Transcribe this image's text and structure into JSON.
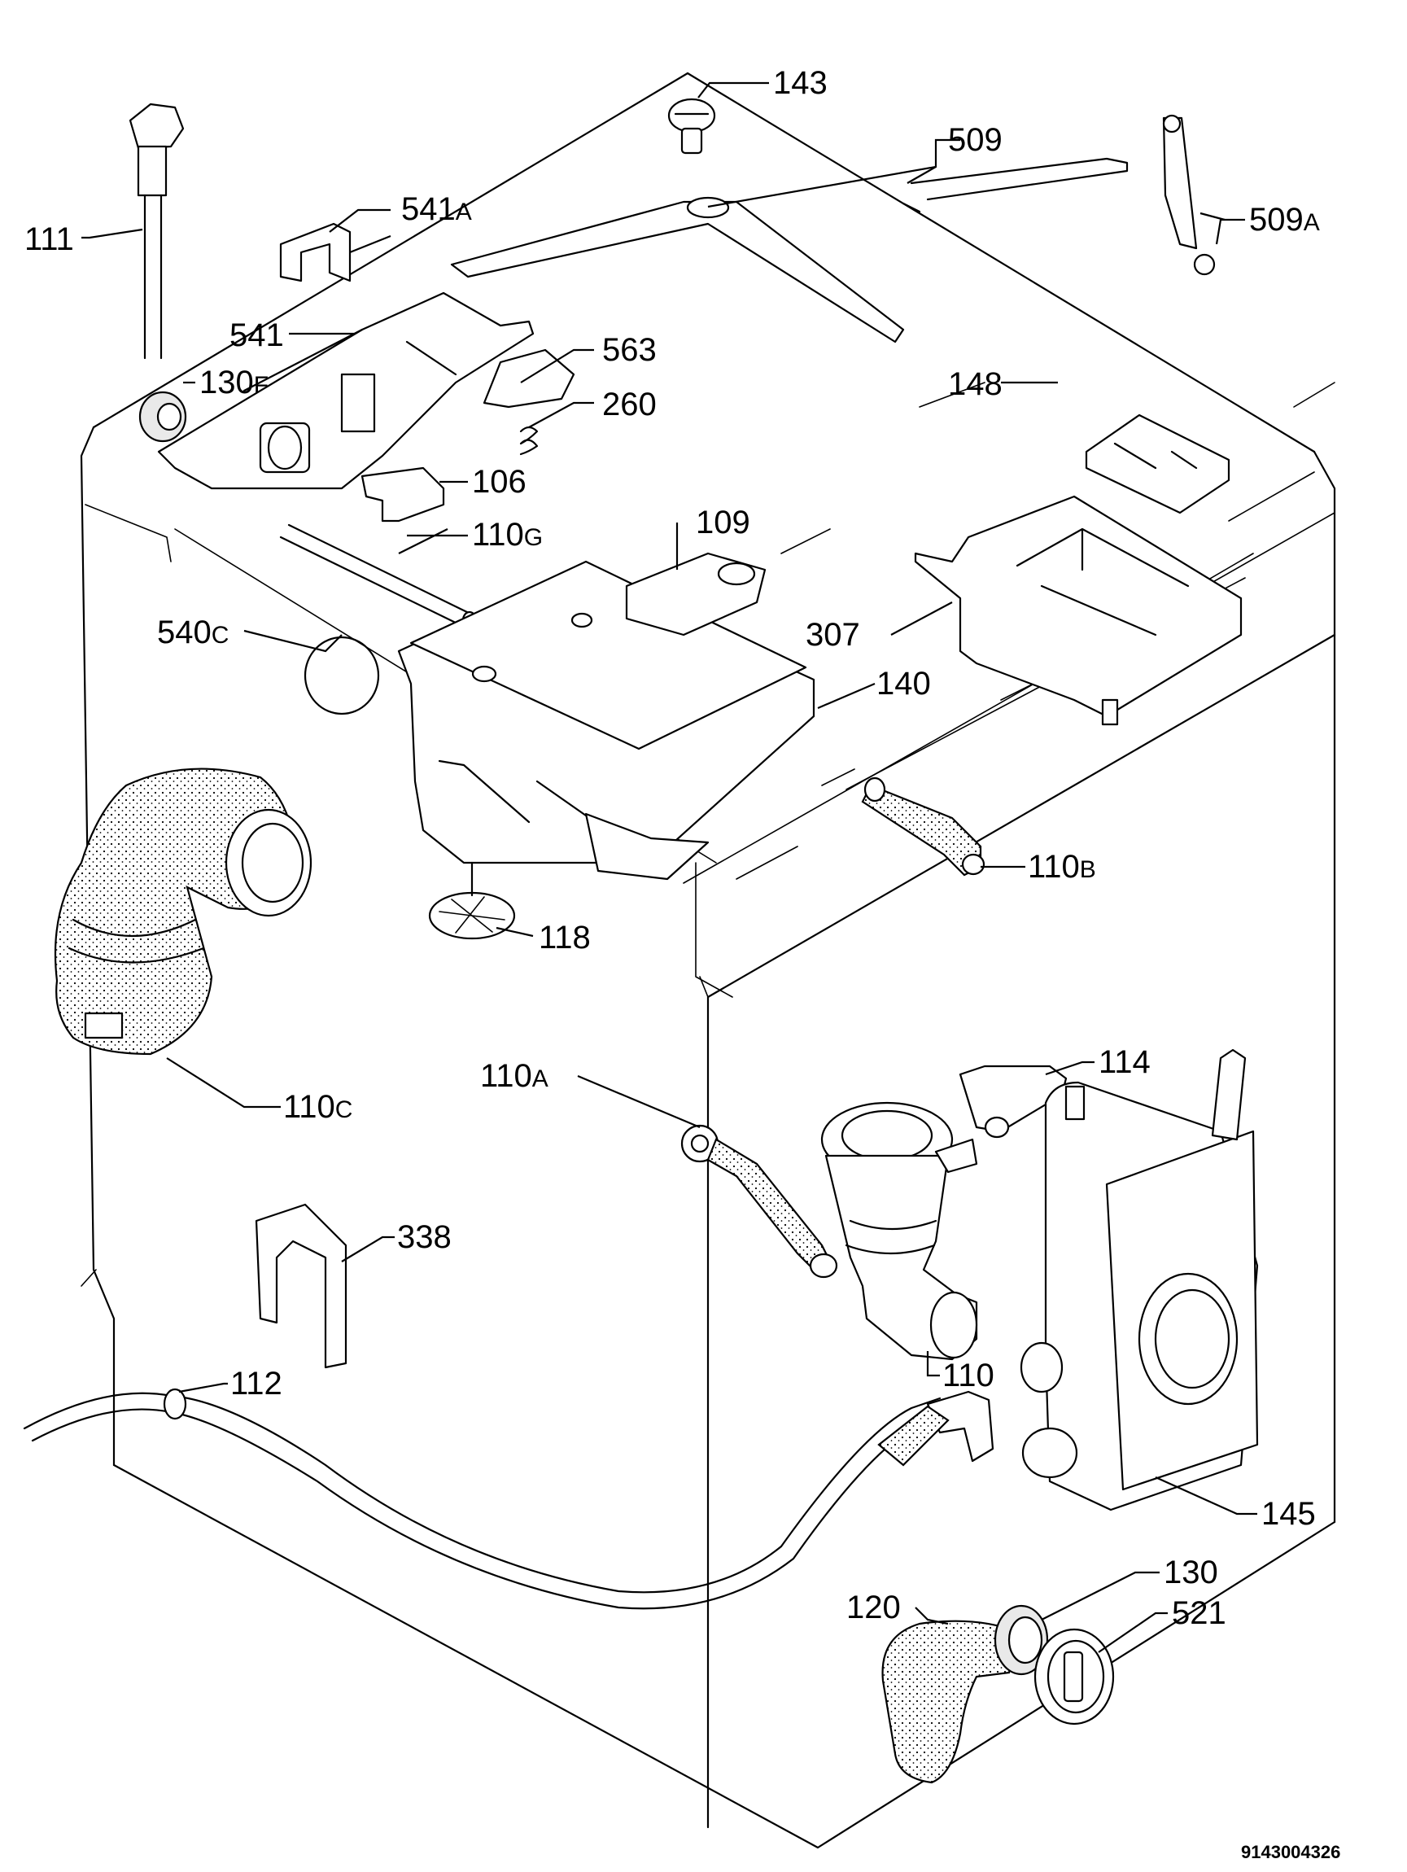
{
  "labels": [
    {
      "id": "143",
      "num": "143",
      "suffix": ""
    },
    {
      "id": "509",
      "num": "509",
      "suffix": ""
    },
    {
      "id": "541A",
      "num": "541",
      "suffix": "A"
    },
    {
      "id": "509A",
      "num": "509",
      "suffix": "A"
    },
    {
      "id": "111",
      "num": "111",
      "suffix": ""
    },
    {
      "id": "541",
      "num": "541",
      "suffix": ""
    },
    {
      "id": "563",
      "num": "563",
      "suffix": ""
    },
    {
      "id": "130F",
      "num": "130",
      "suffix": "F"
    },
    {
      "id": "260",
      "num": "260",
      "suffix": ""
    },
    {
      "id": "148",
      "num": "148",
      "suffix": ""
    },
    {
      "id": "106",
      "num": "106",
      "suffix": ""
    },
    {
      "id": "109",
      "num": "109",
      "suffix": ""
    },
    {
      "id": "110G",
      "num": "110",
      "suffix": "G"
    },
    {
      "id": "540C",
      "num": "540",
      "suffix": "C"
    },
    {
      "id": "307",
      "num": "307",
      "suffix": ""
    },
    {
      "id": "140",
      "num": "140",
      "suffix": ""
    },
    {
      "id": "110B",
      "num": "110",
      "suffix": "B"
    },
    {
      "id": "118",
      "num": "118",
      "suffix": ""
    },
    {
      "id": "110C",
      "num": "110",
      "suffix": "C"
    },
    {
      "id": "110A",
      "num": "110",
      "suffix": "A"
    },
    {
      "id": "114",
      "num": "114",
      "suffix": ""
    },
    {
      "id": "338",
      "num": "338",
      "suffix": ""
    },
    {
      "id": "110",
      "num": "110",
      "suffix": ""
    },
    {
      "id": "112",
      "num": "112",
      "suffix": ""
    },
    {
      "id": "145",
      "num": "145",
      "suffix": ""
    },
    {
      "id": "130",
      "num": "130",
      "suffix": ""
    },
    {
      "id": "120",
      "num": "120",
      "suffix": ""
    },
    {
      "id": "521",
      "num": "521",
      "suffix": ""
    }
  ],
  "diagram_code": "9143004326"
}
